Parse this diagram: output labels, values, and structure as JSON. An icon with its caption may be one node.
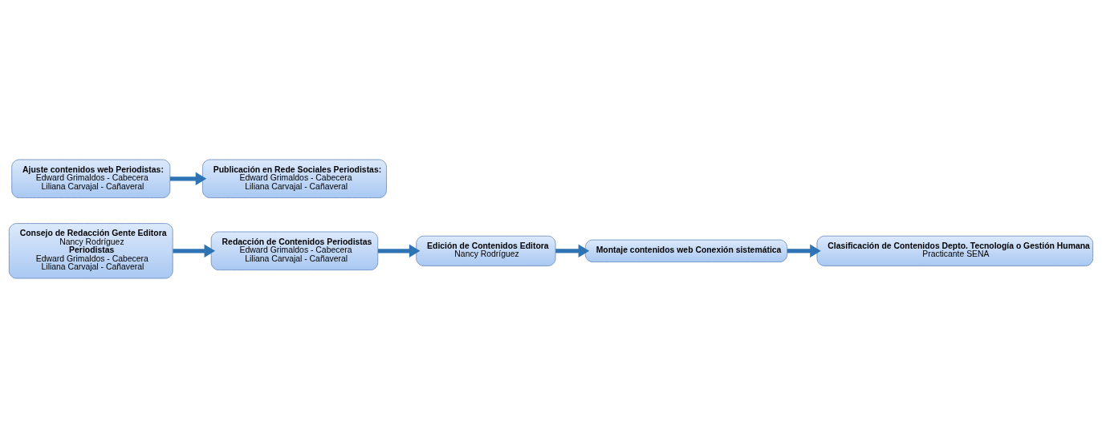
{
  "diagram": {
    "nodes": [
      {
        "text": [
          "Consejo de Redacción Gente Editora",
          "Nancy Rodríguez",
          "Periodistas",
          "Edward Grimaldos - Cabecera",
          "Liliana Carvajal - Cañaveral"
        ]
      },
      {
        "text": [
          "Redacción de Contenidos Periodistas",
          "Edward Grimaldos - Cabecera",
          "Liliana Carvajal - Cañaveral"
        ]
      },
      {
        "text": [
          "Edición de Contenidos Editora",
          "Nancy Rodríguez"
        ]
      },
      {
        "text": [
          "Montaje contenidos web Conexión sistemática"
        ]
      },
      {
        "text": [
          "Clasificación de Contenidos Depto. Tecnología o Gestión Humana",
          "Practicante SENA"
        ]
      },
      {
        "text": [
          "Ajuste contenidos web Periodistas:",
          "Edward Grimaldos - Cabecera",
          "Liliana Carvajal - Cañaveral"
        ]
      },
      {
        "text": [
          "Publicación en Rede Sociales Periodistas:",
          "Edward Grimaldos - Cabecera",
          "Liliana Carvajal - Cañaveral"
        ]
      }
    ],
    "edges": [
      {
        "from": 0,
        "to": 1,
        "arrow": "to"
      },
      {
        "from": 1,
        "to": 2,
        "arrow": "to"
      },
      {
        "from": 2,
        "to": 3,
        "arrow": "to"
      },
      {
        "from": 3,
        "to": 4,
        "arrow": "to"
      },
      {
        "from": 5,
        "to": 6,
        "arrow": "to"
      }
    ]
  }
}
